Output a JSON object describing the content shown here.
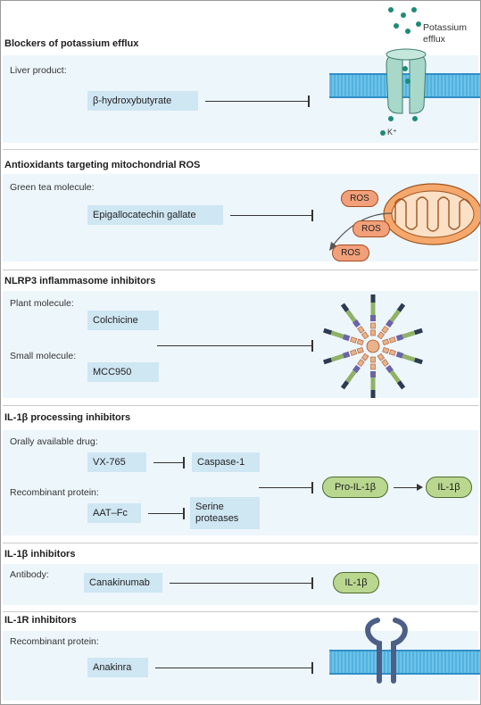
{
  "sections": [
    {
      "title": "Blockers of potassium efflux",
      "label": "Liver product:",
      "box": "β-hydroxybutyrate",
      "annotations": {
        "potassium": "Potassium efflux",
        "ion": "K⁺"
      }
    },
    {
      "title": "Antioxidants targeting mitochondrial ROS",
      "label": "Green tea molecule:",
      "box": "Epigallocatechin gallate",
      "ros": [
        "ROS",
        "ROS",
        "ROS"
      ]
    },
    {
      "title": "NLRP3 inflammasome inhibitors",
      "label_plant": "Plant molecule:",
      "box_plant": "Colchicine",
      "label_small": "Small molecule:",
      "box_small": "MCC950"
    },
    {
      "title": "IL-1β processing inhibitors",
      "label_drug": "Orally available drug:",
      "box_drug": "VX-765",
      "target_drug": "Caspase-1",
      "label_protein": "Recombinant protein:",
      "box_protein": "AAT–Fc",
      "target_protein": "Serine proteases",
      "pro": "Pro-IL-1β",
      "mature": "IL-1β"
    },
    {
      "title": "IL-1β inhibitors",
      "label": "Antibody:",
      "box": "Canakinumab",
      "target": "IL-1β"
    },
    {
      "title": "IL-1R inhibitors",
      "label": "Recombinant protein:",
      "box": "Anakinra"
    }
  ],
  "colors": {
    "band": "#edf6fb",
    "box": "#cfe6f3",
    "membrane": "#55b7e4",
    "ion": "#1e8a78",
    "channel": "#a7d8c9",
    "mito": "#f6a76b",
    "ros": "#f2a07a",
    "pill": "#b9d78f",
    "receptor": "#4d5f86"
  }
}
